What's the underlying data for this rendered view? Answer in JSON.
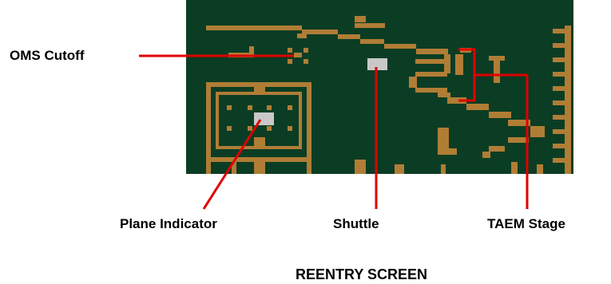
{
  "colors": {
    "screen_bg": "#0b3d24",
    "terrain": "#b07d35",
    "marker": "#c8c8c8",
    "callout_line": "#e00000",
    "label_text": "#000000"
  },
  "callouts": {
    "oms_cutoff": "OMS Cutoff",
    "plane_indicator": "Plane Indicator",
    "shuttle": "Shuttle",
    "taem_stage": "TAEM Stage"
  },
  "caption": "REENTRY SCREEN"
}
